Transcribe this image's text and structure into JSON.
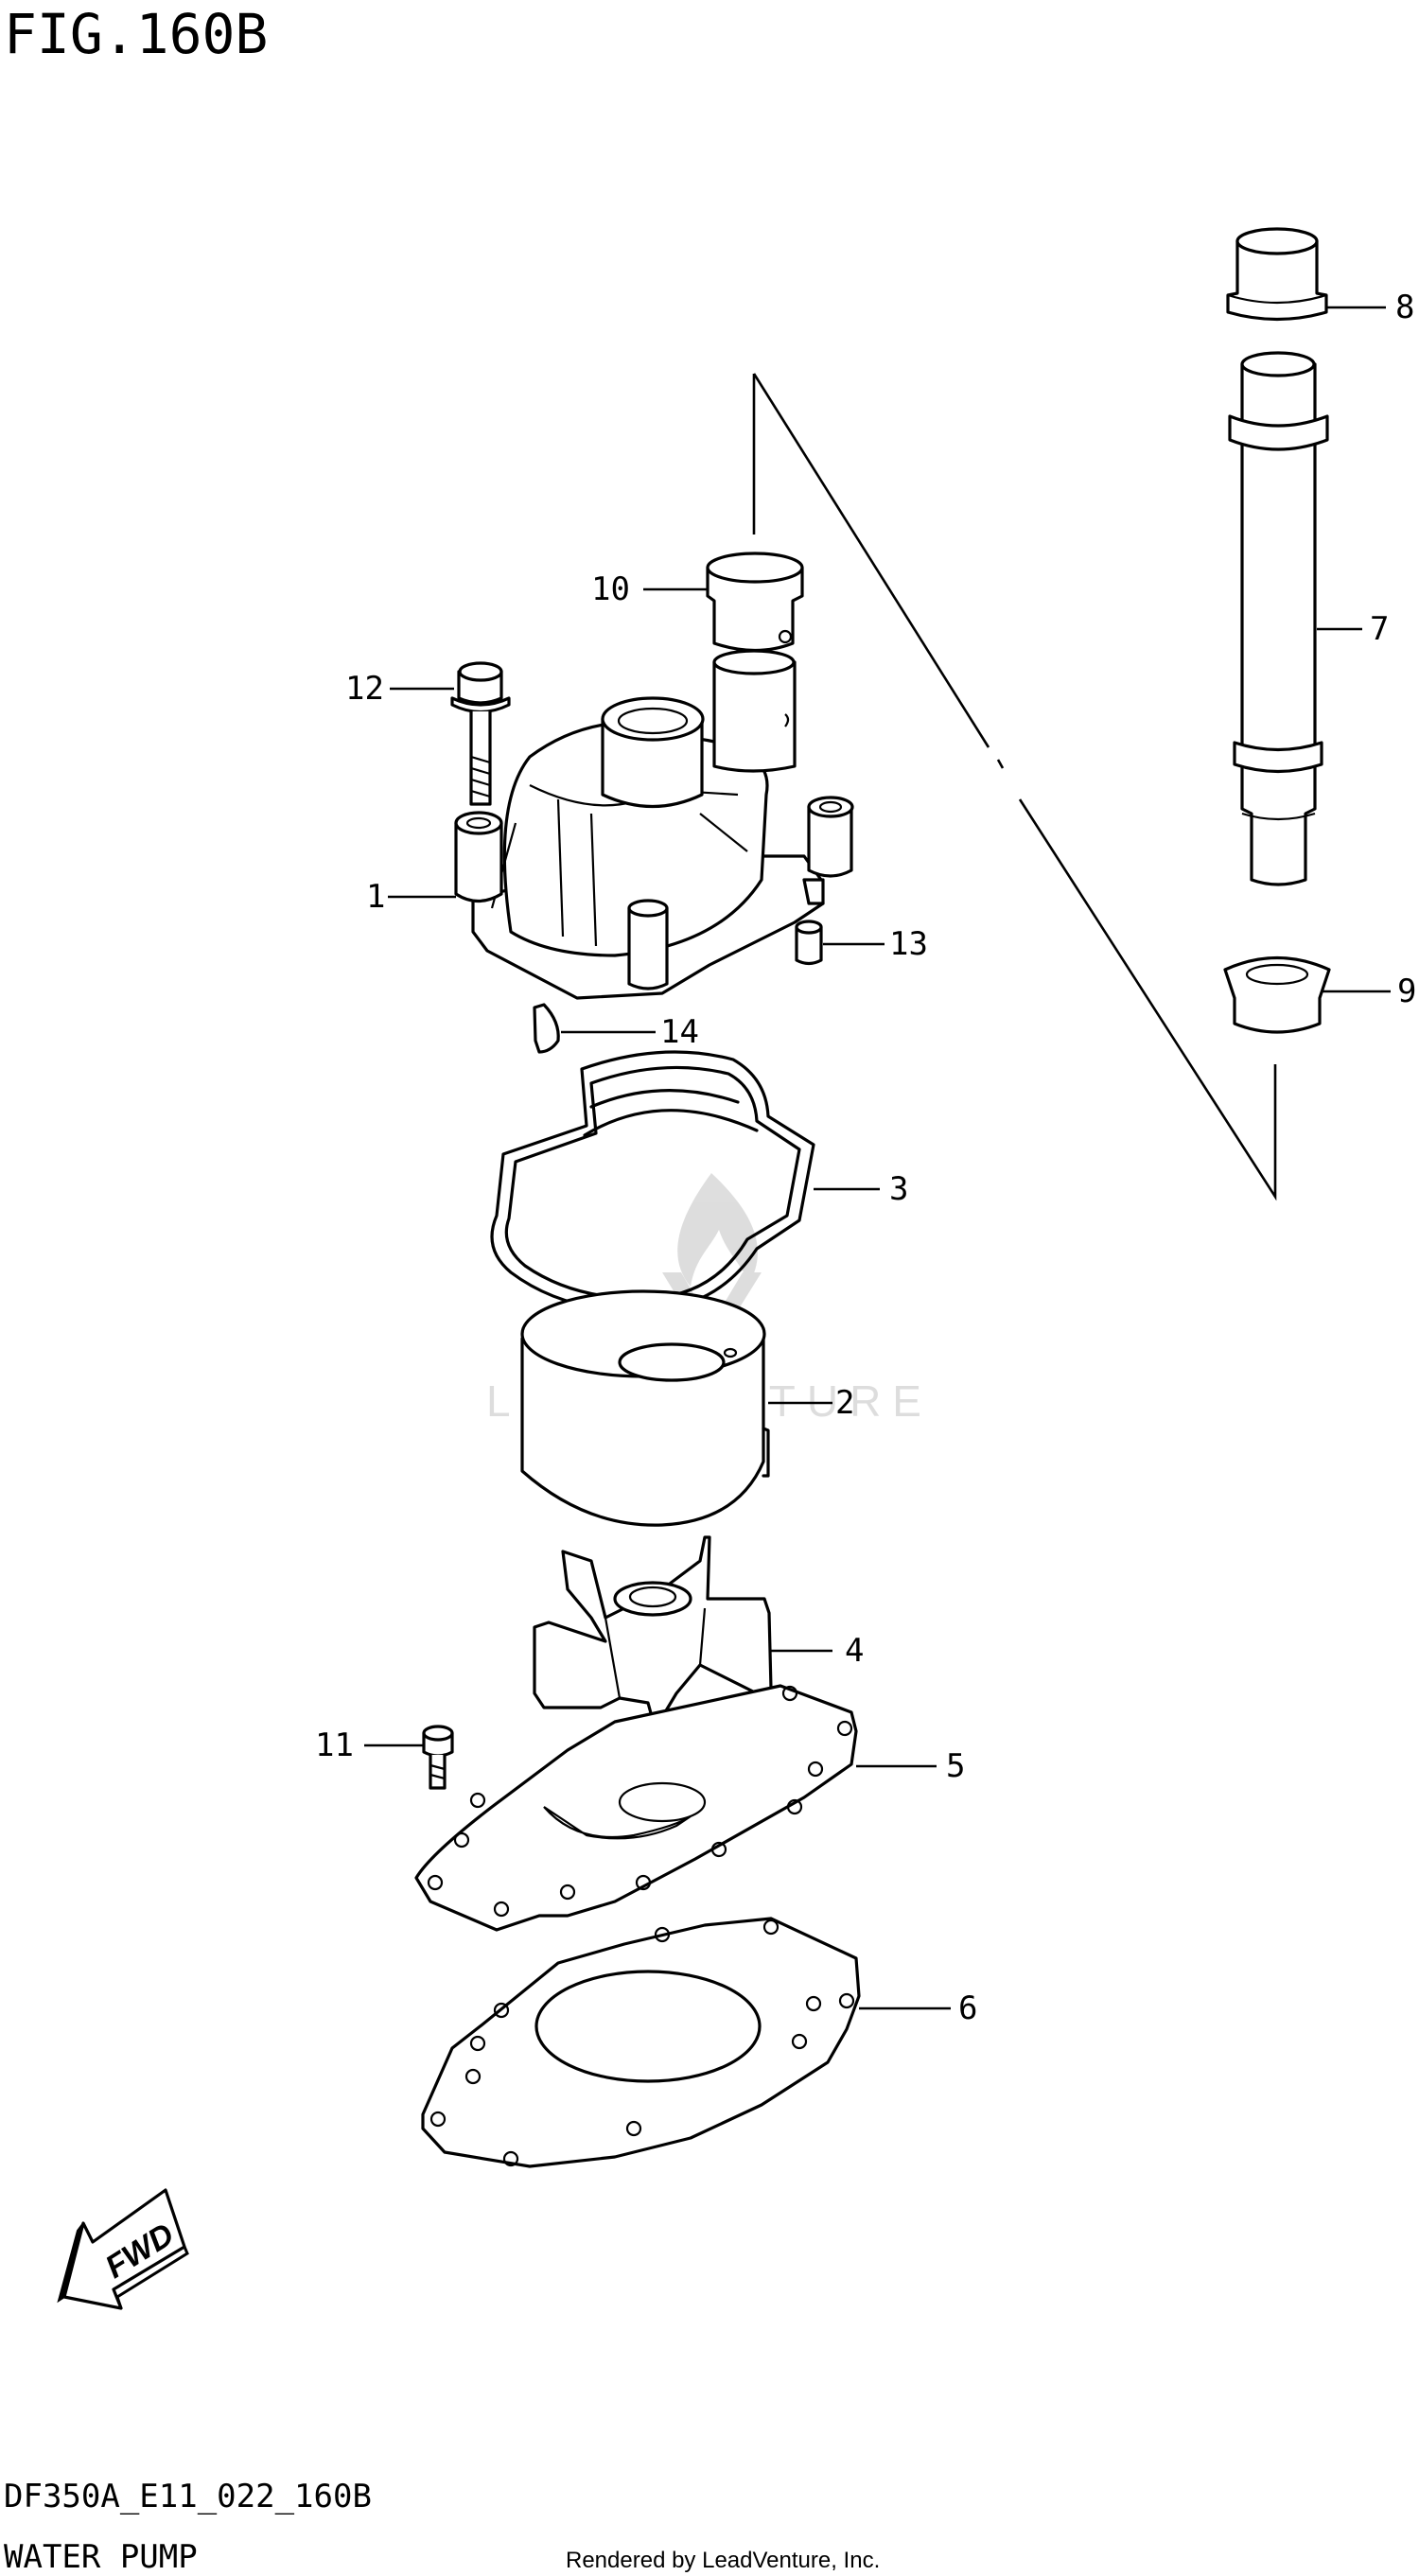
{
  "figure": {
    "title": "FIG.160B",
    "code": "DF350A_E11_022_160B",
    "name": "WATER PUMP",
    "rendered_by": "Rendered by LeadVenture, Inc.",
    "watermark": "LEADVENTURE",
    "fwd_label": "FWD"
  },
  "callouts": [
    {
      "id": "1",
      "label": "1"
    },
    {
      "id": "2",
      "label": "2"
    },
    {
      "id": "3",
      "label": "3"
    },
    {
      "id": "4",
      "label": "4"
    },
    {
      "id": "5",
      "label": "5"
    },
    {
      "id": "6",
      "label": "6"
    },
    {
      "id": "7",
      "label": "7"
    },
    {
      "id": "8",
      "label": "8"
    },
    {
      "id": "9",
      "label": "9"
    },
    {
      "id": "10",
      "label": "10"
    },
    {
      "id": "11",
      "label": "11"
    },
    {
      "id": "12",
      "label": "12"
    },
    {
      "id": "13",
      "label": "13"
    },
    {
      "id": "14",
      "label": "14"
    }
  ]
}
